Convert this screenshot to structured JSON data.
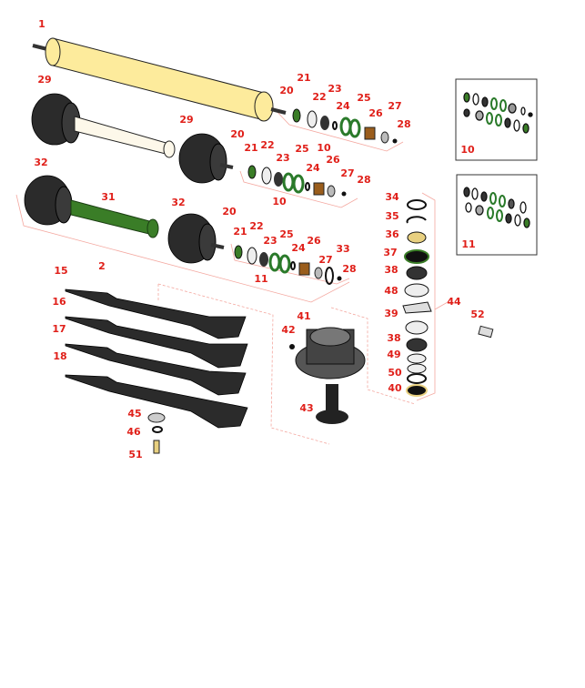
{
  "title": "Cutting unit rollers, blades and spindle parts diagram",
  "colors": {
    "callout": "#e0201a",
    "leader": "#f08a80",
    "roller": "#fdeb9c",
    "shaft_green": "#3a7d27",
    "tire": "#2b2b2b"
  },
  "callouts": [
    "1",
    "29",
    "20",
    "21",
    "22",
    "23",
    "24",
    "25",
    "26",
    "27",
    "28",
    "10",
    "29",
    "20",
    "21",
    "22",
    "23",
    "25",
    "24",
    "26",
    "27",
    "28",
    "10",
    "32",
    "31",
    "32",
    "20",
    "21",
    "22",
    "23",
    "25",
    "24",
    "26",
    "33",
    "27",
    "28",
    "11",
    "2",
    "15",
    "16",
    "17",
    "18",
    "45",
    "46",
    "51",
    "41",
    "42",
    "43",
    "34",
    "35",
    "36",
    "37",
    "38",
    "48",
    "39",
    "38",
    "49",
    "50",
    "40",
    "44",
    "52",
    "10",
    "11"
  ]
}
